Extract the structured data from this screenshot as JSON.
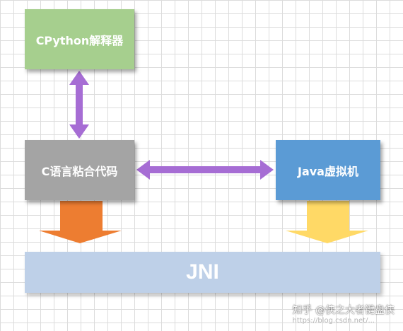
{
  "nodes": {
    "cpython": {
      "label": "CPython解释器",
      "color": "#a6cf8e"
    },
    "c_glue": {
      "label": "C语言粘合代码",
      "color": "#a4a4a4"
    },
    "jvm": {
      "label": "Java虚拟机",
      "color": "#5b9bd5"
    },
    "jni": {
      "label": "JNI",
      "color": "#bed0e8"
    }
  },
  "arrows": {
    "bidirectional_color": "#a66dd4",
    "c_to_jni_color": "#ed7d31",
    "jvm_to_jni_color": "#ffd966"
  },
  "watermark": {
    "text": "知乎 @侠之大者键盘侠",
    "url": "https://blog.csdn.net/..."
  }
}
